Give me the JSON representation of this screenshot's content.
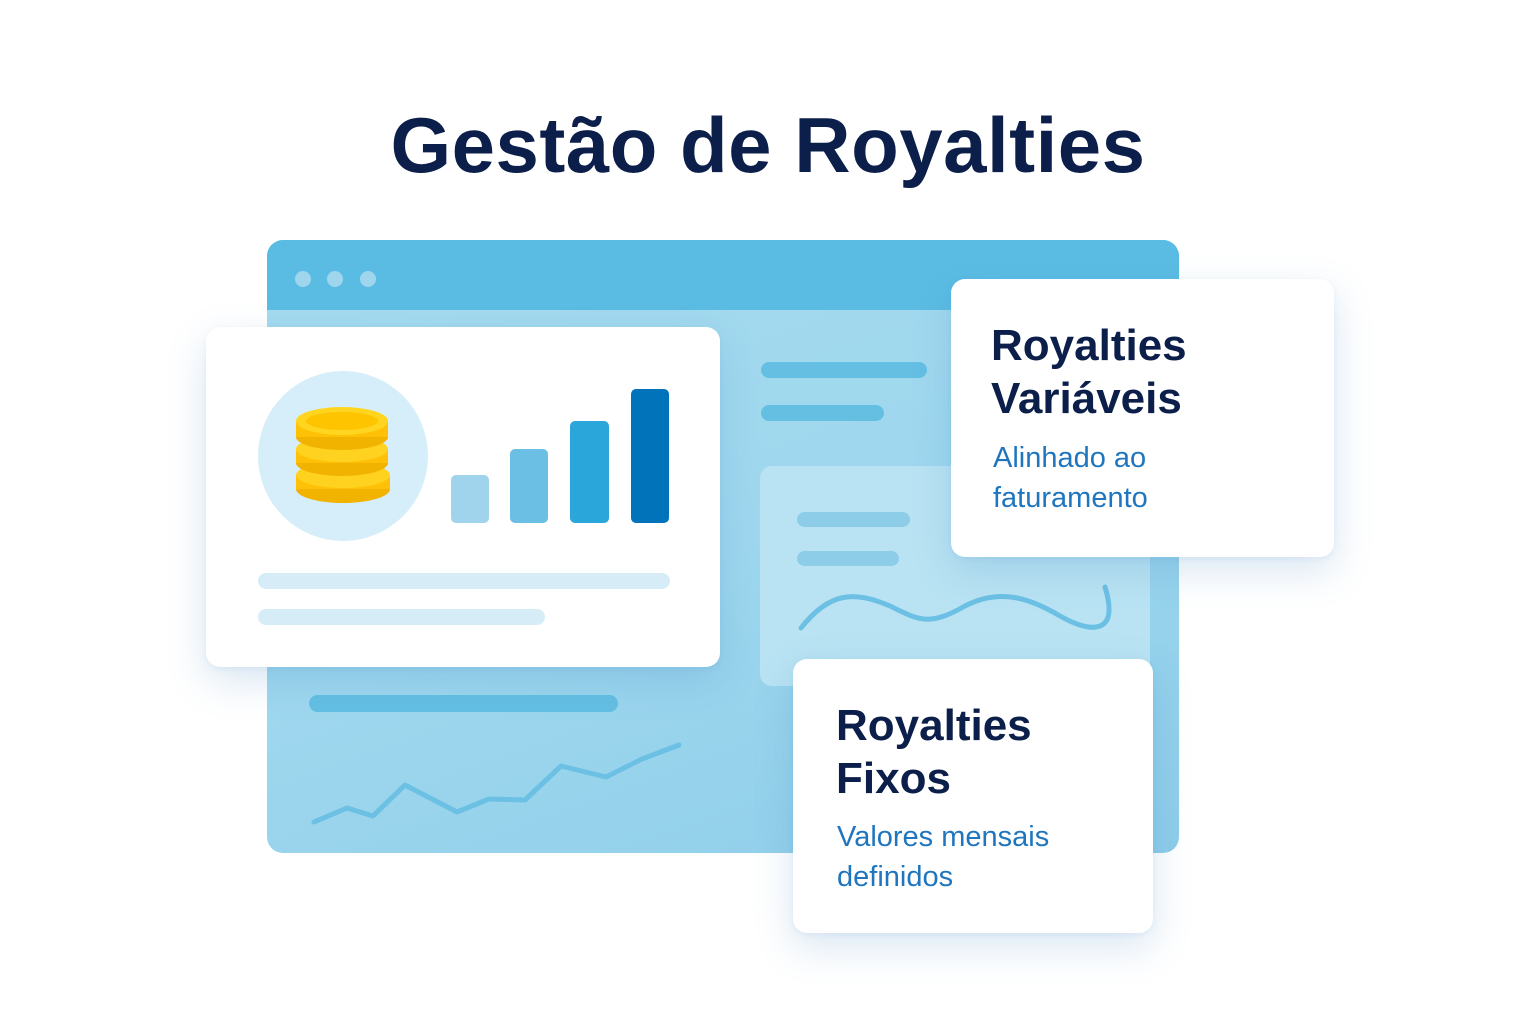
{
  "title": "Gestão de Royalties",
  "colors": {
    "title": "#0c1f4a",
    "accent_text": "#1f76be",
    "window_bar": "#5bbce3",
    "window_body": "#9ed7ee",
    "coin_gold": "#ffc107"
  },
  "window": {
    "controls": [
      "dot",
      "dot",
      "dot"
    ]
  },
  "dashboard_card": {
    "icon": "coin-stack-icon",
    "bar_chart": {
      "bars": [
        {
          "height": 48,
          "color": "#9fd4ec"
        },
        {
          "height": 74,
          "color": "#6bbfe4"
        },
        {
          "height": 102,
          "color": "#2ba6da"
        },
        {
          "height": 134,
          "color": "#0073bb"
        }
      ]
    }
  },
  "cards": {
    "variable": {
      "heading_line1": "Royalties",
      "heading_line2": "Variáveis",
      "subtitle_line1": "Alinhado ao",
      "subtitle_line2": "faturamento"
    },
    "fixed": {
      "heading_line1": "Royalties",
      "heading_line2": "Fixos",
      "subtitle_line1": "Valores mensais",
      "subtitle_line2": "definidos"
    }
  }
}
